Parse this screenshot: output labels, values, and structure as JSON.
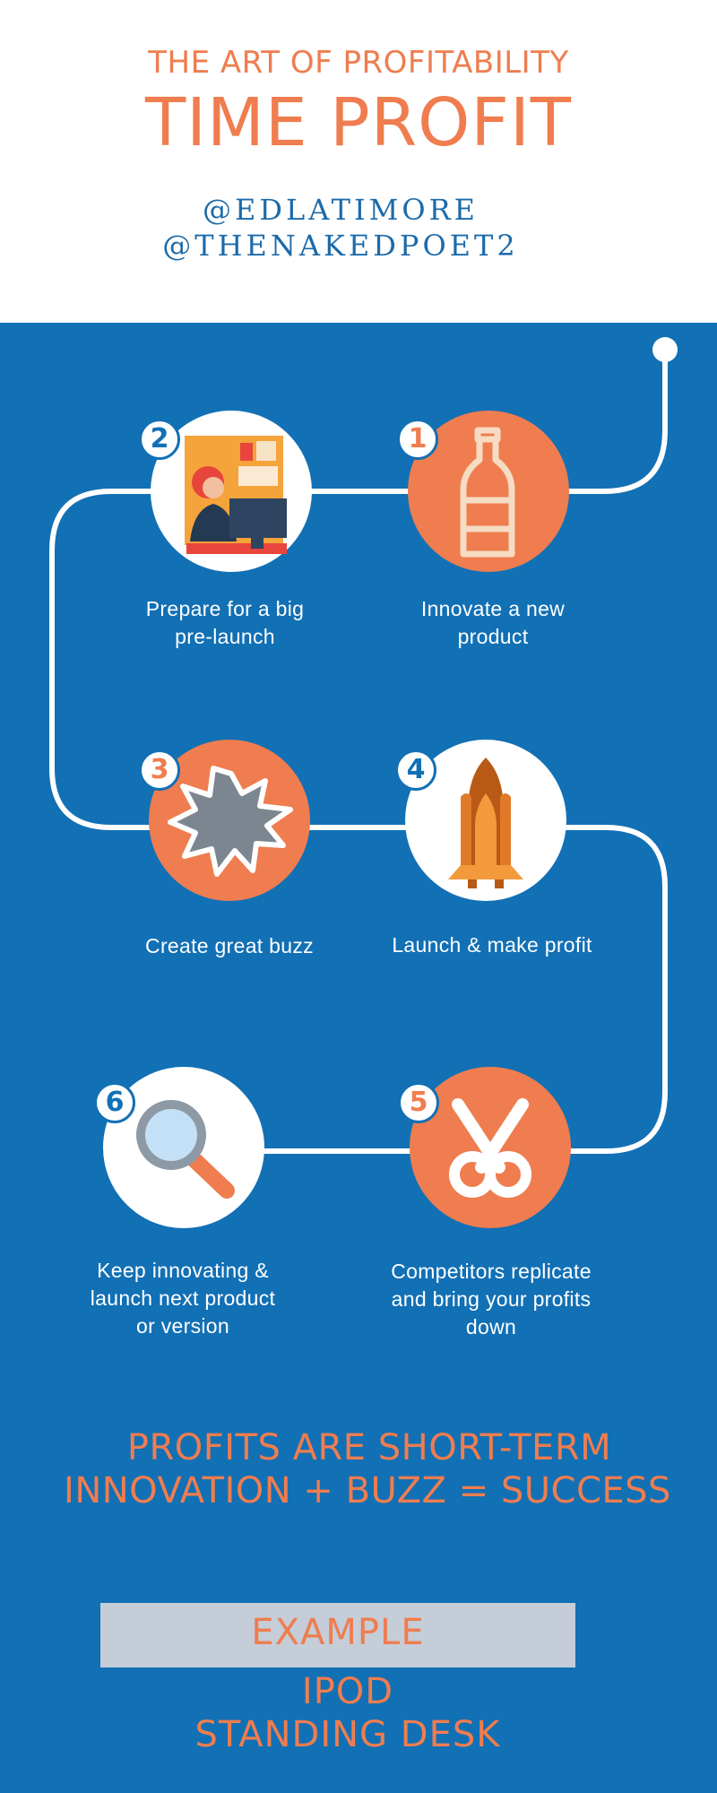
{
  "header": {
    "kicker": "THE ART OF PROFITABILITY",
    "title": "TIME PROFIT",
    "handles": [
      "@EDLATIMORE",
      "@THENAKEDPOET2"
    ]
  },
  "colors": {
    "background": "#1270b5",
    "accent": "#ef7d4f",
    "header_bg": "#ffffff",
    "example_bg": "#c5cdd8"
  },
  "steps": [
    {
      "number": "1",
      "caption_lines": [
        "Innovate a new",
        "product"
      ],
      "icon": "bottle-icon"
    },
    {
      "number": "2",
      "caption_lines": [
        "Prepare for a big",
        "pre-launch"
      ],
      "icon": "office-worker-icon"
    },
    {
      "number": "3",
      "caption_lines": [
        "Create great buzz"
      ],
      "icon": "burst-icon"
    },
    {
      "number": "4",
      "caption_lines": [
        "Launch & make profit"
      ],
      "icon": "rocket-icon"
    },
    {
      "number": "5",
      "caption_lines": [
        "Competitors replicate",
        "and bring your profits",
        "down"
      ],
      "icon": "scissors-icon"
    },
    {
      "number": "6",
      "caption_lines": [
        "Keep innovating &",
        "launch next product",
        "or version"
      ],
      "icon": "magnifier-icon"
    }
  ],
  "slogan": [
    "PROFITS ARE SHORT-TERM",
    "INNOVATION + BUZZ = SUCCESS"
  ],
  "example": {
    "label": "EXAMPLE",
    "items": [
      "IPOD",
      "STANDING DESK"
    ]
  }
}
